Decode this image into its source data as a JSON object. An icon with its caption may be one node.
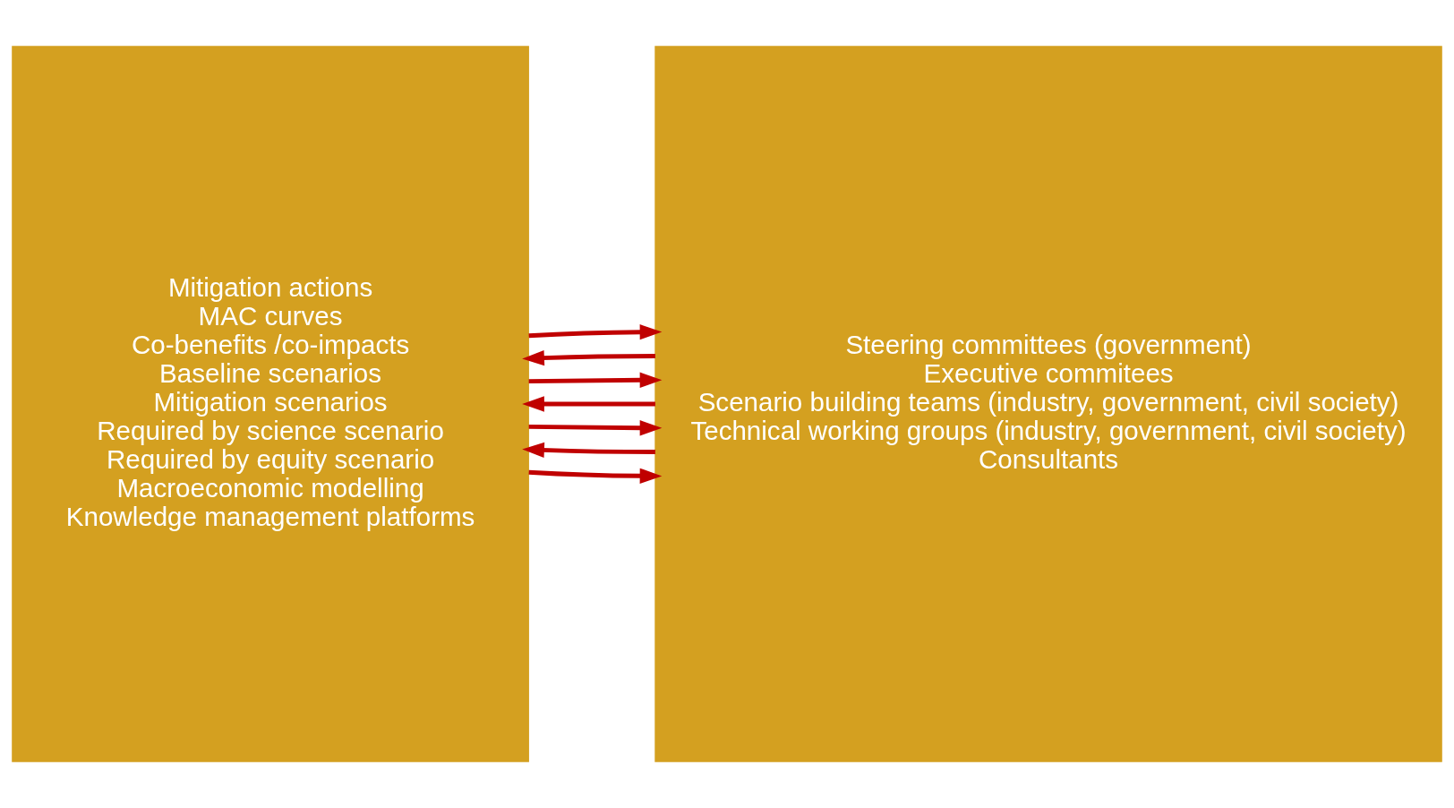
{
  "diagram": {
    "nodes": [
      {
        "text": [
          "Mitigation actions",
          "MAC curves",
          "Co-benefits /co-impacts",
          "Baseline scenarios",
          "Mitigation scenarios",
          "Required by science scenario",
          "Required by equity scenario",
          "Macroeconomic modelling",
          "Knowledge management platforms"
        ]
      },
      {
        "text": [
          "Steering committees (government)",
          "Executive commitees",
          "Scenario building teams (industry, government, civil society)",
          "Technical working groups (industry, government, civil society)",
          "Consultants"
        ]
      }
    ],
    "edges": [
      {
        "from": 0,
        "to": 1,
        "arrow": "to"
      },
      {
        "from": 1,
        "to": 0,
        "arrow": "to"
      },
      {
        "from": 0,
        "to": 1,
        "arrow": "to"
      },
      {
        "from": 1,
        "to": 0,
        "arrow": "to"
      },
      {
        "from": 0,
        "to": 1,
        "arrow": "to"
      },
      {
        "from": 1,
        "to": 0,
        "arrow": "to"
      },
      {
        "from": 0,
        "to": 1,
        "arrow": "to"
      }
    ]
  }
}
